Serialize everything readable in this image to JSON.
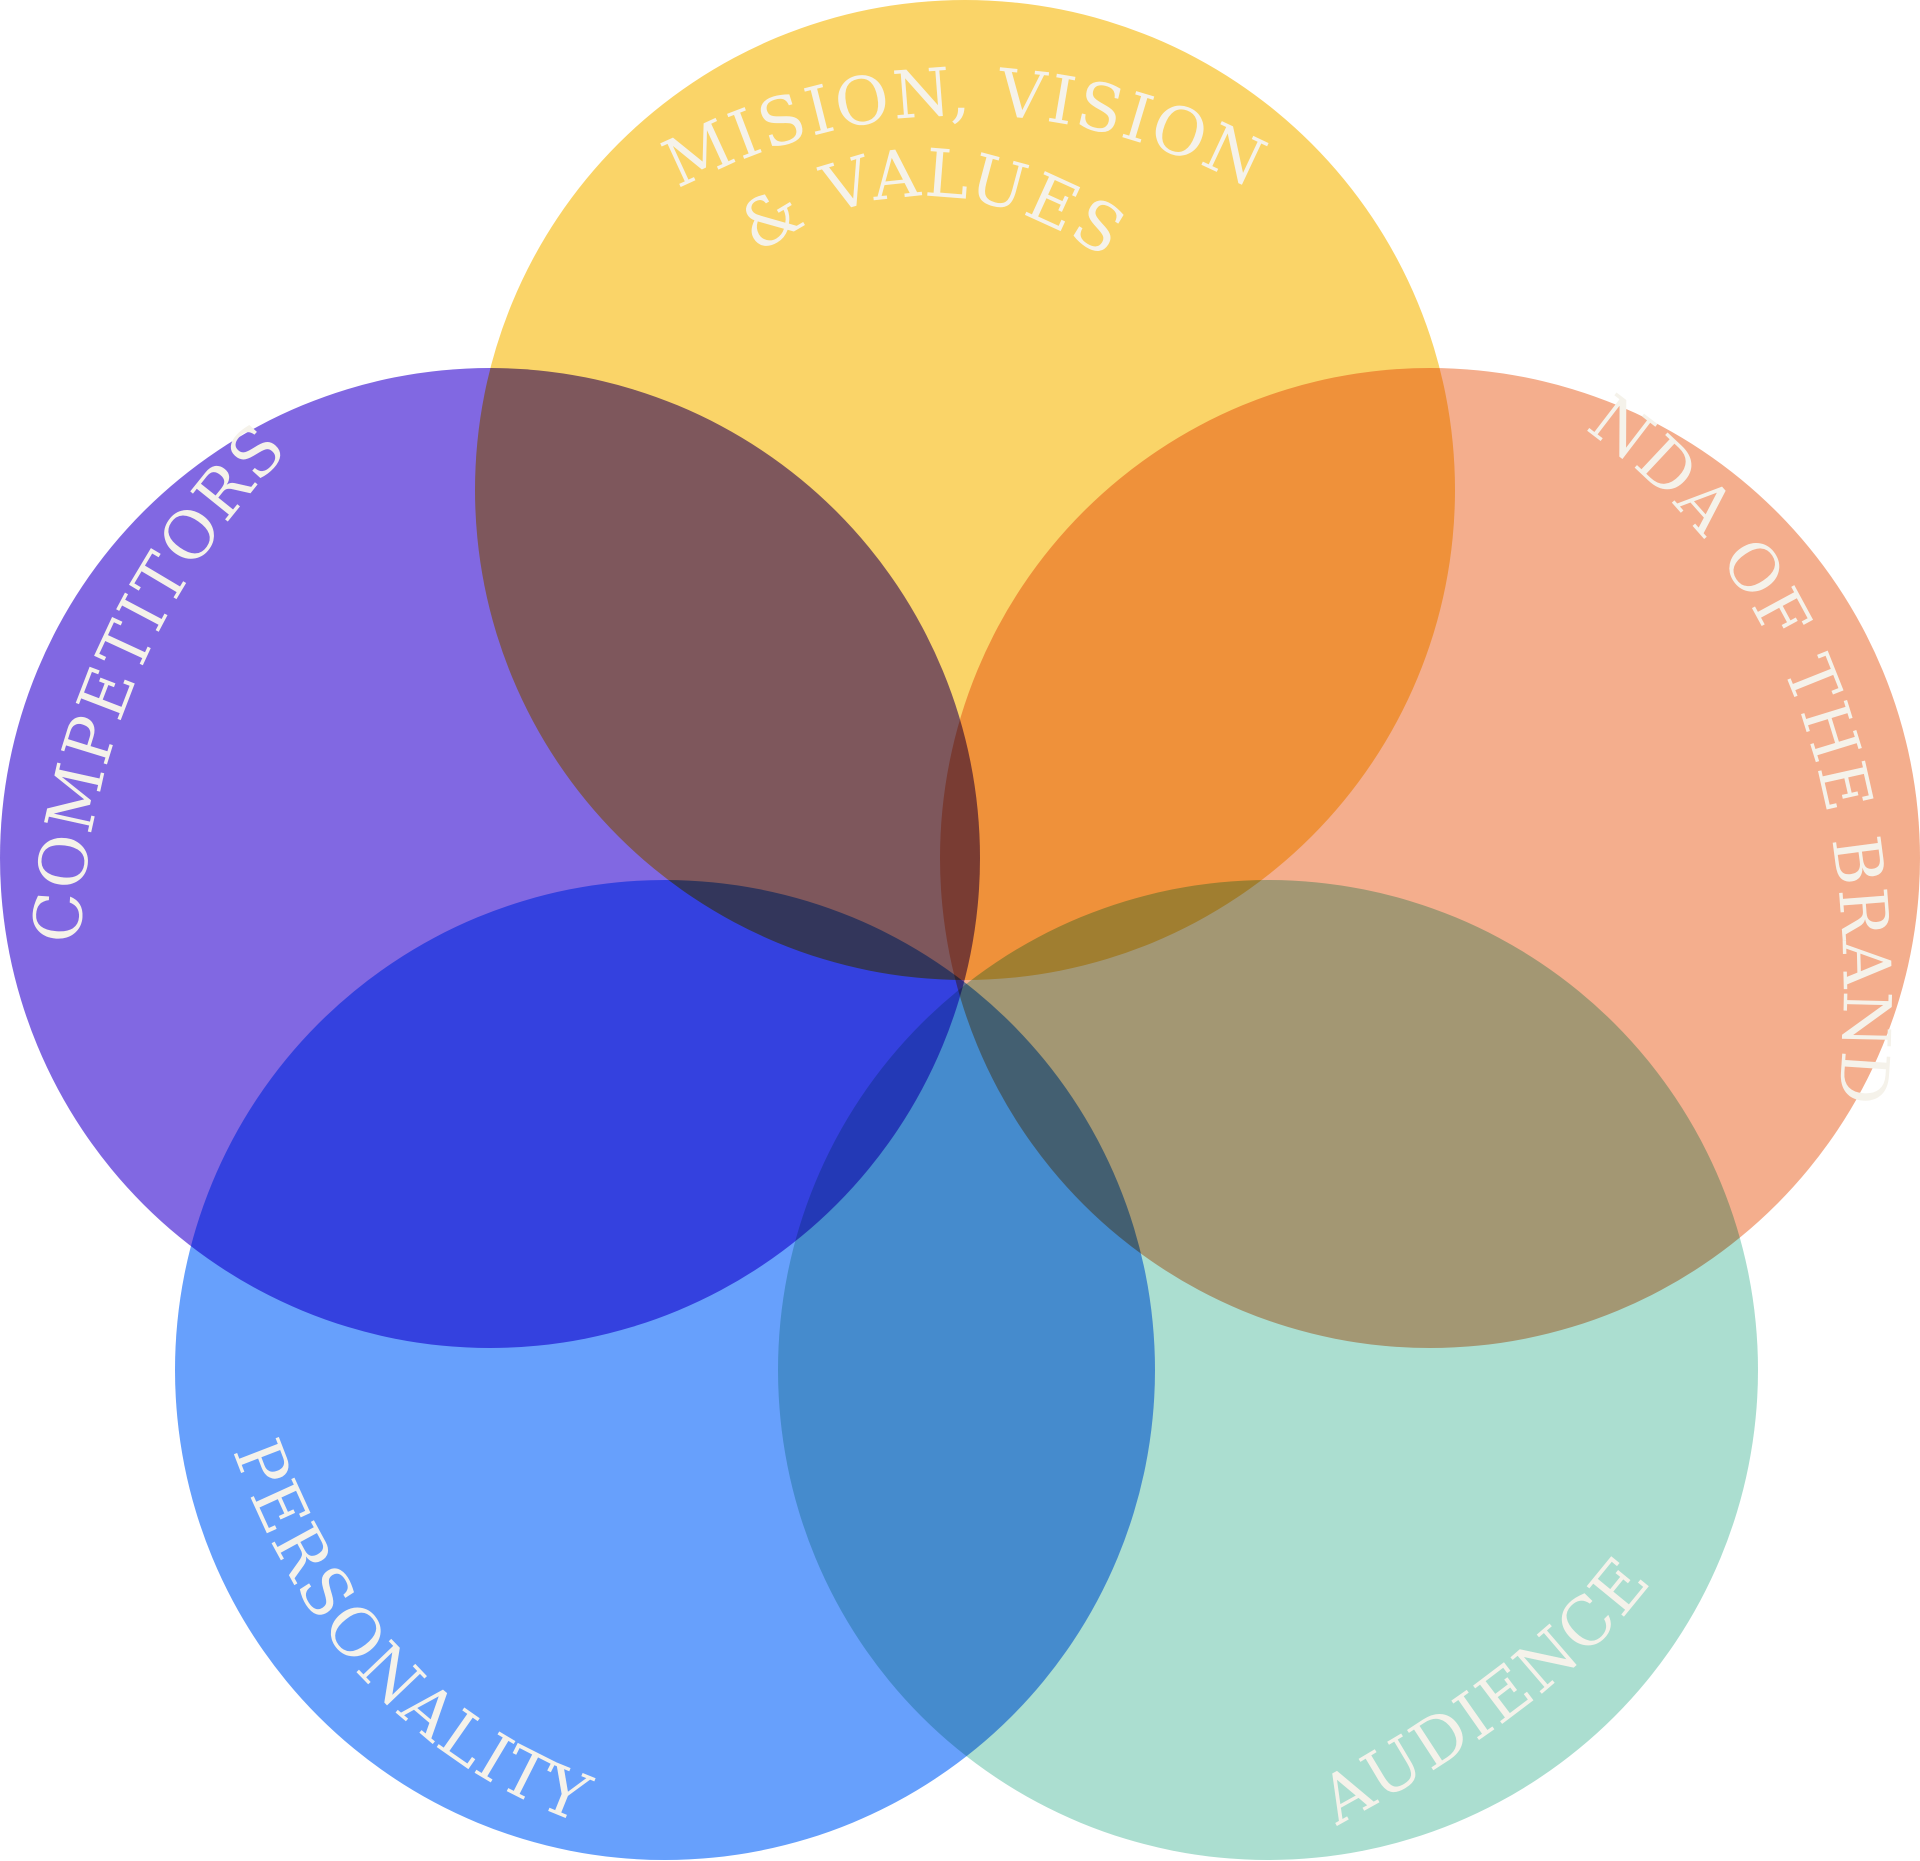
{
  "circles": [
    {
      "id": "mission",
      "label_lines": [
        "MISION, VISION",
        "& VALUES"
      ],
      "color": "#FAD468"
    },
    {
      "id": "dna",
      "label_lines": [
        "NDA OF THE BRAND"
      ],
      "color": "#F4AE8D"
    },
    {
      "id": "audience",
      "label_lines": [
        "AUDIENCE"
      ],
      "color": "#ABDED0"
    },
    {
      "id": "personality",
      "label_lines": [
        "PERSONALITY"
      ],
      "color": "#67A0FC"
    },
    {
      "id": "competitors",
      "label_lines": [
        "COMPETITORS"
      ],
      "color": "#8168E2"
    }
  ]
}
